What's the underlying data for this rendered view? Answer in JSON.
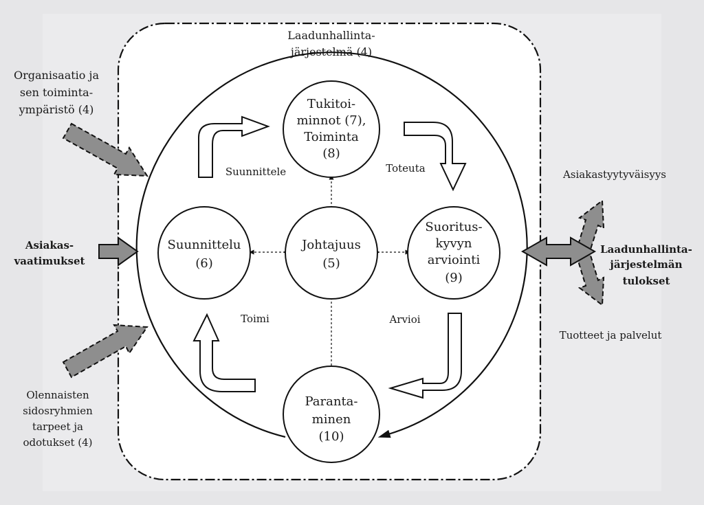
{
  "system": {
    "line1": "Laadunhallinta-",
    "line2": "järjestelmä (4)"
  },
  "nodes": {
    "support": [
      "Tukitoi-",
      "minnot (7),",
      "Toiminta",
      "(8)"
    ],
    "planning": [
      "Suunnittelu",
      "(6)"
    ],
    "leadership": [
      "Johtajuus",
      "(5)"
    ],
    "evaluation": [
      "Suoritus-",
      "kyvyn",
      "arviointi",
      "(9)"
    ],
    "improvement": [
      "Paranta-",
      "minen",
      "(10)"
    ]
  },
  "cycle": {
    "plan": "Suunnittele",
    "do": "Toteuta",
    "check": "Arvioi",
    "act": "Toimi"
  },
  "inputs": {
    "organization": [
      "Organisaatio ja",
      "sen toiminta-",
      "ympäristö (4)"
    ],
    "customer": [
      "Asiakas-",
      "vaatimukset"
    ],
    "stakeholders": [
      "Olennaisten",
      "sidosryhmien",
      "tarpeet ja",
      "odotukset (4)"
    ]
  },
  "outputs": {
    "satisfaction": "Asiakastyytyväisyys",
    "results": [
      "Laadunhallinta-",
      "järjestelmän",
      "tulokset"
    ],
    "products": "Tuotteet ja palvelut"
  }
}
